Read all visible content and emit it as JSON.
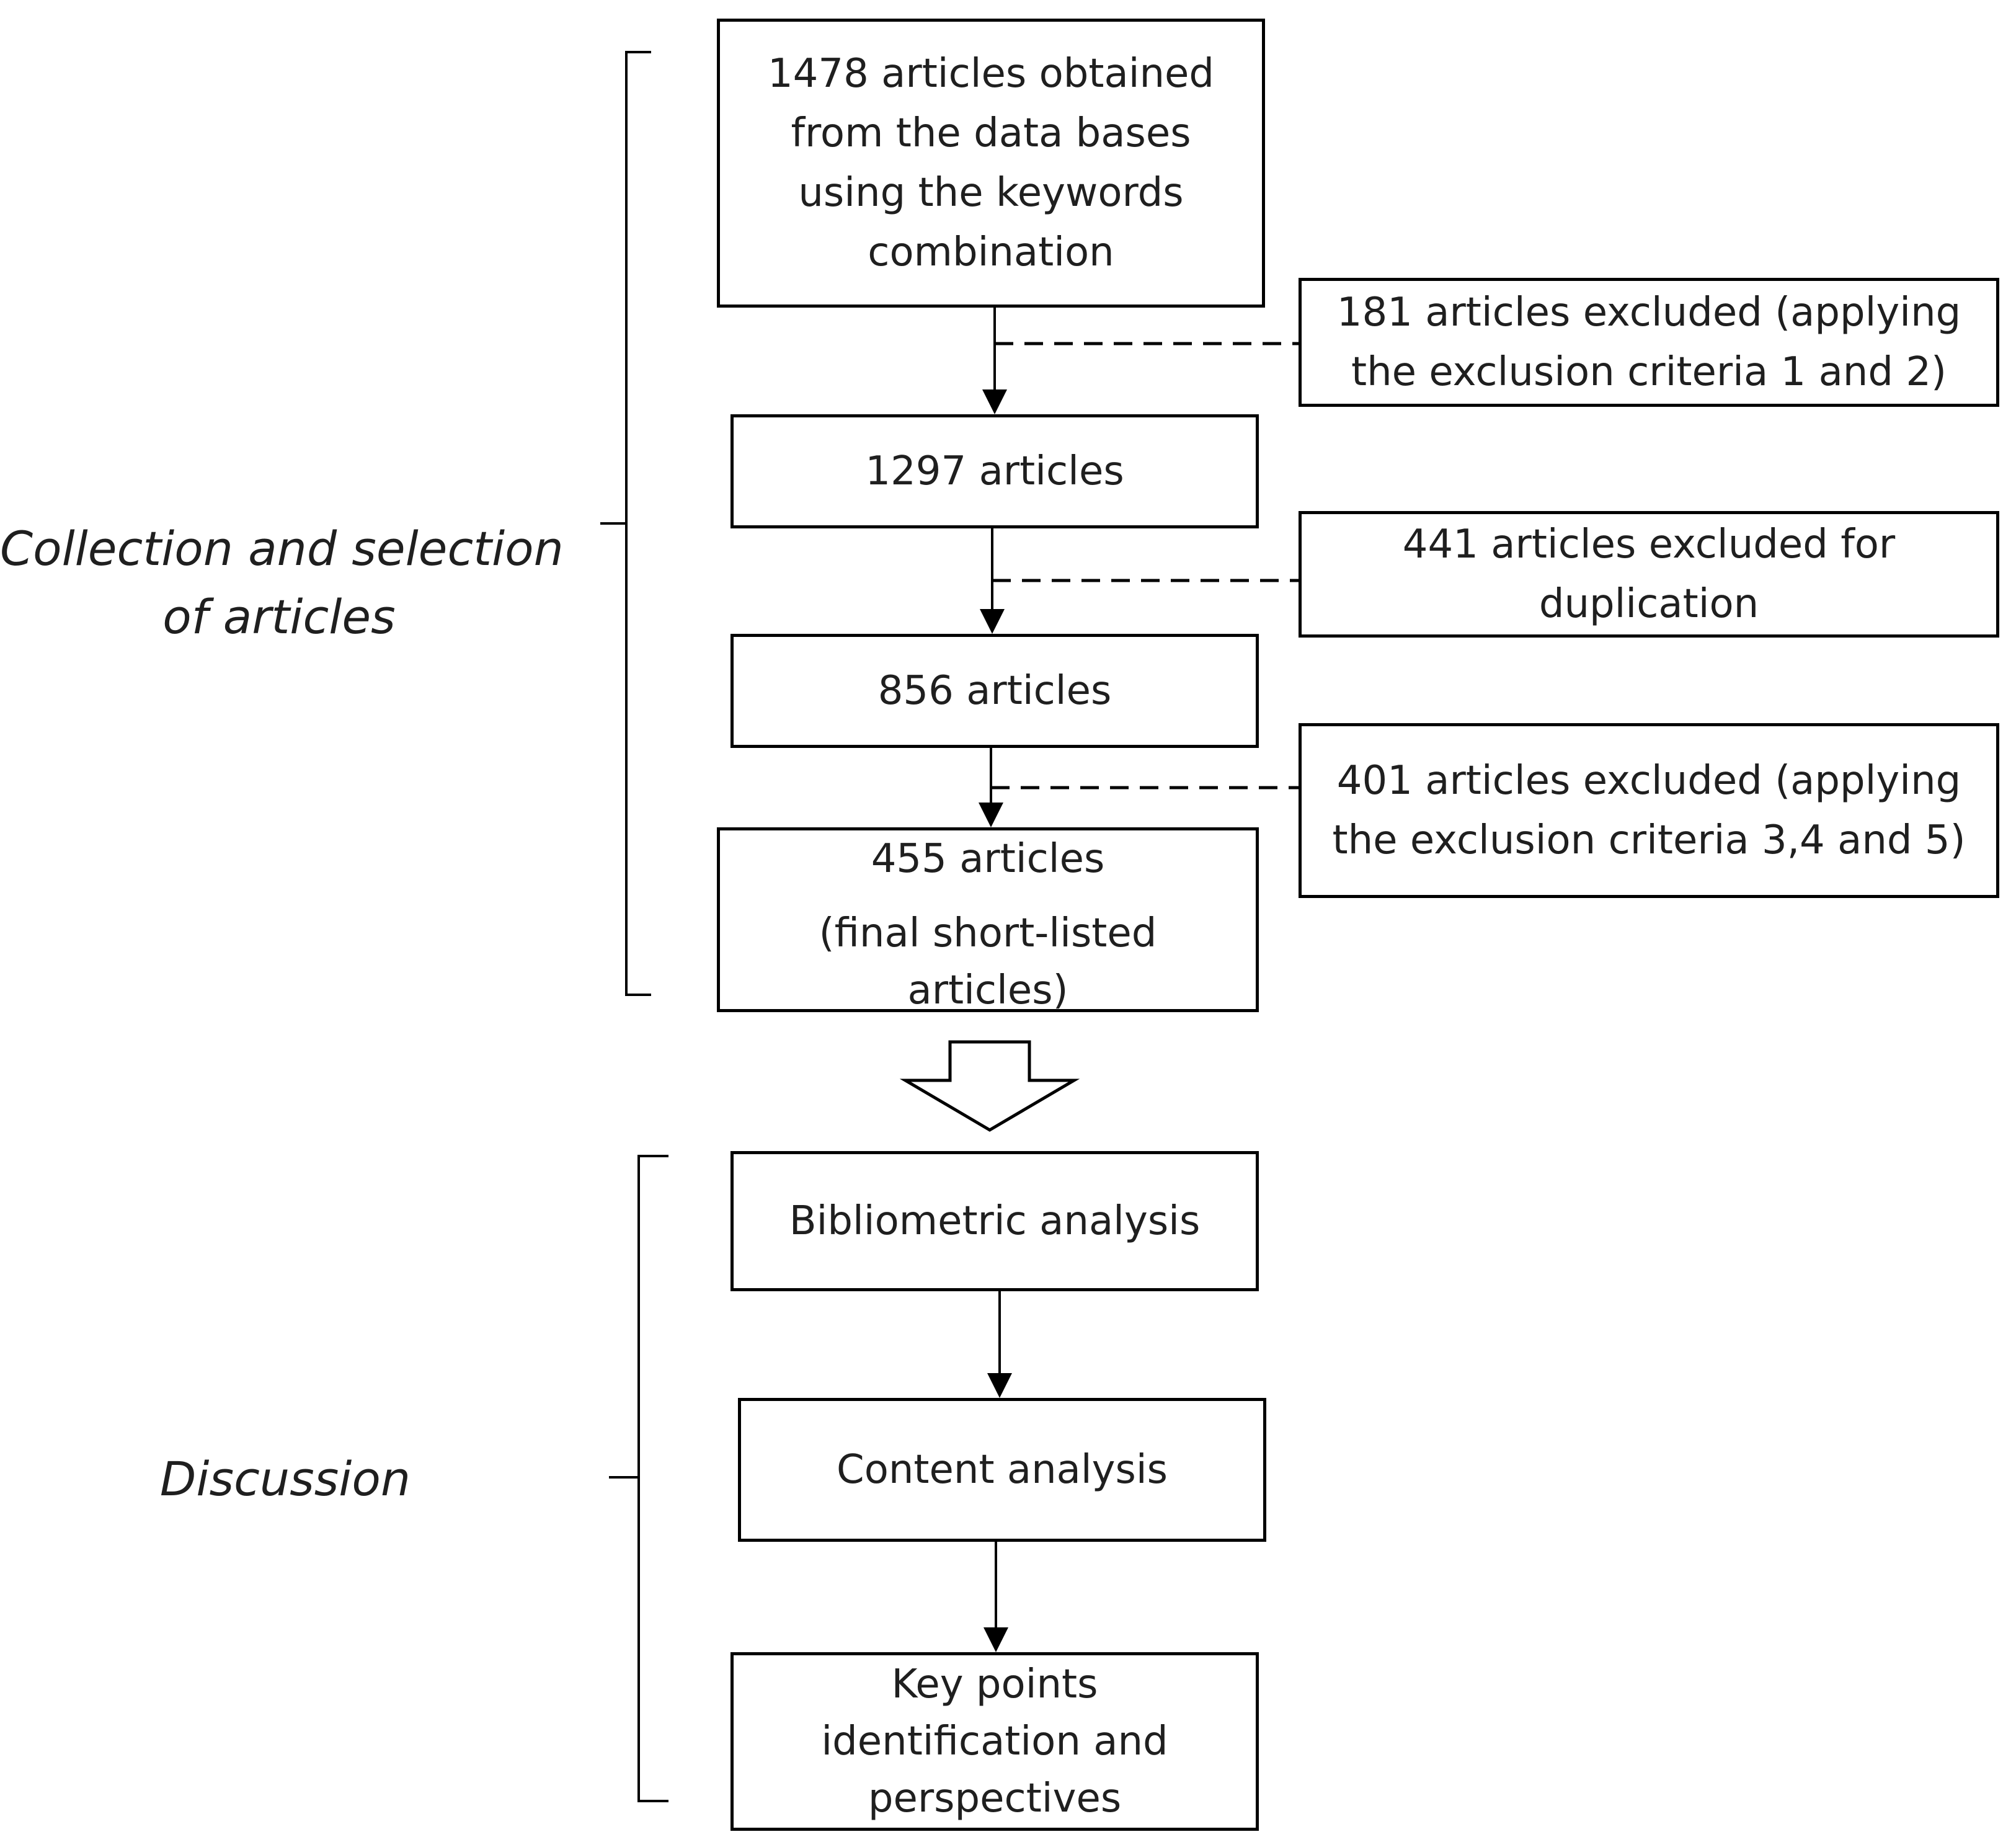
{
  "sections": {
    "collection": {
      "lines": [
        "Collection and selection",
        "of articles"
      ]
    },
    "discussion": {
      "lines": [
        "Discussion"
      ]
    }
  },
  "boxes": {
    "step1": {
      "lines": [
        "1478 articles obtained",
        "from the data bases",
        "using the keywords",
        "combination"
      ]
    },
    "step2": {
      "lines": [
        "1297 articles"
      ]
    },
    "step3": {
      "lines": [
        "856 articles"
      ]
    },
    "step4": {
      "lines": [
        "455 articles",
        "(final short-listed",
        "articles)"
      ]
    },
    "exclusion1": {
      "lines": [
        "181 articles excluded (applying",
        "the exclusion criteria 1 and 2)"
      ]
    },
    "exclusion2": {
      "lines": [
        "441 articles excluded for",
        "duplication"
      ]
    },
    "exclusion3": {
      "lines": [
        "401 articles excluded (applying",
        "the exclusion criteria 3,4 and 5)"
      ]
    },
    "analysis1": {
      "lines": [
        "Bibliometric analysis"
      ]
    },
    "analysis2": {
      "lines": [
        "Content analysis"
      ]
    },
    "analysis3": {
      "lines": [
        "Key points",
        "identification and",
        "perspectives"
      ]
    }
  },
  "colors": {
    "stroke": "#000000",
    "text": "#1f1f1f",
    "background": "#ffffff"
  }
}
